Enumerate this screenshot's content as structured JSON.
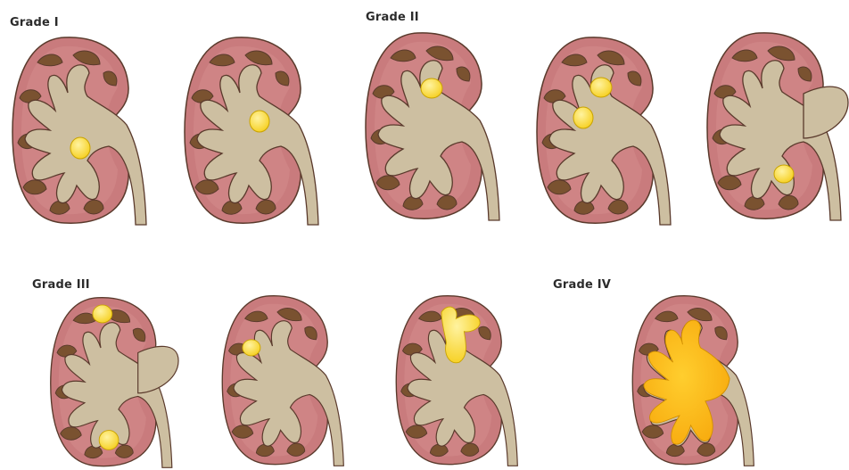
{
  "labels": {
    "grade_1": "Grade I",
    "grade_2": "Grade II",
    "grade_3": "Grade III",
    "grade_4": "Grade IV"
  },
  "colors": {
    "cortex": "#c97b7d",
    "cortex_light": "#d99a9a",
    "sinus": "#cdbfa1",
    "calyx_dark": "#7a5230",
    "outline": "#5a3a2c",
    "stone": "#ffd83a",
    "stone_edge": "#c9a300",
    "stone_large": "#ffbf1f"
  },
  "kidneys": [
    {
      "grade": "Grade I",
      "stone": "single small stone in renal pelvis"
    },
    {
      "grade": "Grade I",
      "stone": "single small stone in renal pelvis"
    },
    {
      "grade": "Grade II",
      "stone": "stone in upper calyx"
    },
    {
      "grade": "Grade II",
      "stone": "two stones in pelvis"
    },
    {
      "grade": "Grade II",
      "stone": "stone in lower calyx"
    },
    {
      "grade": "Grade III",
      "stone": "stones in upper and lower calyces"
    },
    {
      "grade": "Grade III",
      "stone": "stone in middle calyx"
    },
    {
      "grade": "Grade III",
      "stone": "partial staghorn stone"
    },
    {
      "grade": "Grade IV",
      "stone": "complete staghorn stone"
    }
  ]
}
